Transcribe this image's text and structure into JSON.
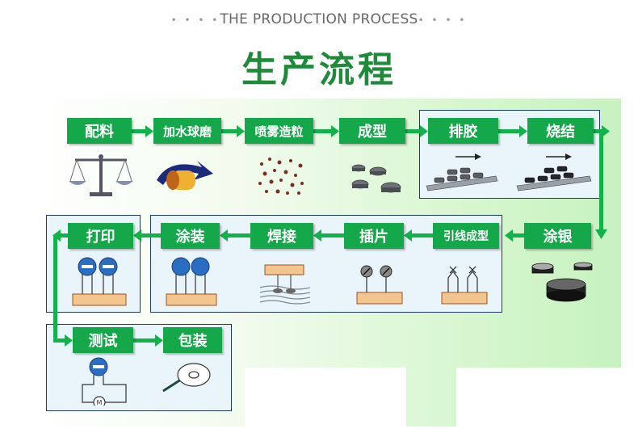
{
  "header": {
    "subtitle": "THE PRODUCTION PROCESS",
    "dots_left": "• • • •",
    "dots_right": "• • • •",
    "title": "生产流程"
  },
  "steps": {
    "peiliao": "配料",
    "jiashui": "加水球磨",
    "penwu": "喷雾造粒",
    "chengxing": "成型",
    "paijiao": "排胶",
    "shaojie": "烧结",
    "tuyin": "涂银",
    "yinxian": "引线成型",
    "chapian": "插片",
    "hanjie": "焊接",
    "tuzhuang": "涂装",
    "dayin": "打印",
    "ceshi": "测试",
    "baozhuang": "包装"
  },
  "colors": {
    "step_green": "#14a84a",
    "arrow_green": "#12b24a",
    "title_green": "#1f8a3a",
    "group_border": "#1d3b6e"
  }
}
